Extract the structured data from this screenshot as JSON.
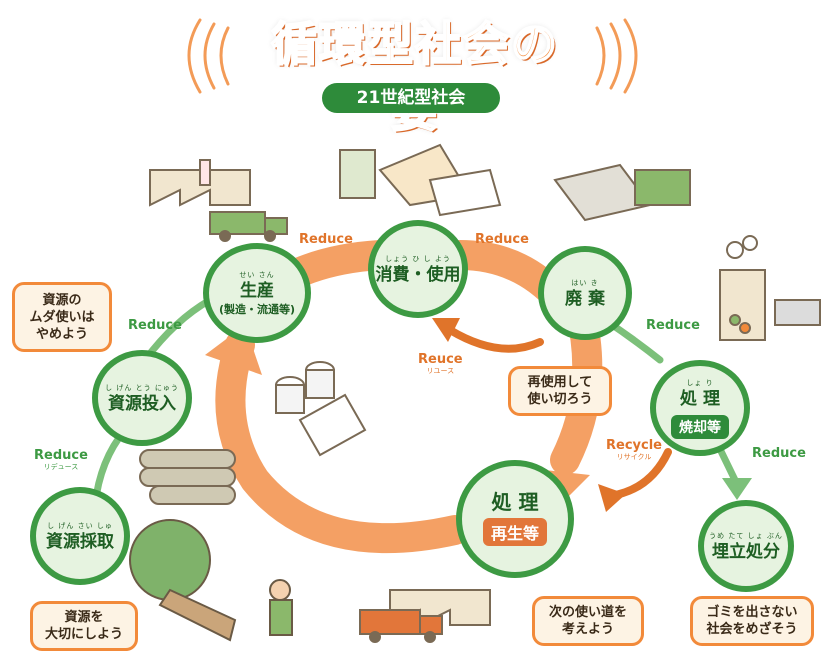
{
  "title": "循環型社会の姿",
  "subtitle": "21世紀型社会",
  "nodes": {
    "production": {
      "ruby": "せい さん",
      "label": "生産",
      "sub": "(製造・流通等)"
    },
    "consumption": {
      "ruby": "しょう ひ  し よう",
      "label": "消費・使用"
    },
    "disposal": {
      "ruby": "はい き",
      "label": "廃 棄"
    },
    "treatment_right": {
      "ruby": "しょ り",
      "label": "処 理",
      "chip": "焼却等"
    },
    "landfill": {
      "ruby": "うめ たて しょ ぶん",
      "label": "埋立処分"
    },
    "treatment_center": {
      "label": "処 理",
      "chip": "再生等"
    },
    "resource_input": {
      "ruby": "し  げん とう にゅう",
      "label": "資源投入"
    },
    "resource_extraction": {
      "ruby": "し  げん さい しゅ",
      "label": "資源採取"
    }
  },
  "flow_labels": {
    "reduce_top_left": "Reduce",
    "reduce_top_center": "Reduce",
    "reduce_left": "Reduce",
    "reduce_right": "Reduce",
    "reduce_bottom_left": "Reduce",
    "reduce_bottom_left_small": "リデュース",
    "reduce_far_right": "Reduce",
    "reuse": "Reuce",
    "reuse_small": "リユース",
    "recycle": "Recycle",
    "recycle_small": "リサイクル"
  },
  "callouts": {
    "top_left": "資源の\nムダ使いは\nやめよう",
    "reuse": "再使用して\n使い切ろう",
    "bottom_left": "資源を\n大切にしよう",
    "bottom_center": "次の使い道を\n考えよう",
    "bottom_right": "ゴミを出さない\n社会をめざそう"
  },
  "colors": {
    "orange": "#f28a3a",
    "orange_dark": "#e0742a",
    "green": "#3d9a43",
    "green_light": "#e6f3e0",
    "light_green_line": "#7cc07a"
  }
}
